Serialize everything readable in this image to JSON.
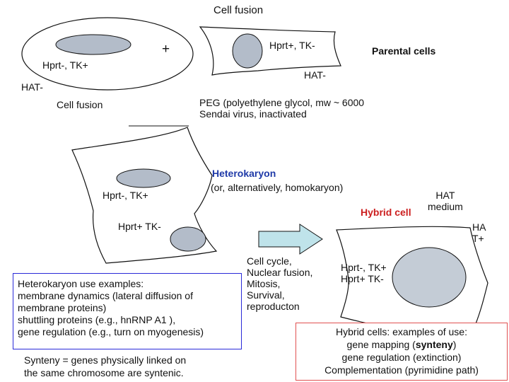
{
  "title": "Cell fusion",
  "plus_sign": "+",
  "parental_cells": "Parental cells",
  "cell_a": {
    "genotype": "Hprt-, TK+",
    "medium": "HAT-"
  },
  "cell_b": {
    "genotype": "Hprt+, TK-",
    "medium": "HAT-"
  },
  "fusion_step": {
    "label": "Cell fusion",
    "agents": [
      "PEG (polyethylene glycol, mw ~ 6000",
      "Sendai virus, inactivated"
    ]
  },
  "heterokaryon": {
    "title": "Heterokaryon",
    "alt": "(or, alternatively, homokaryon)",
    "nucleus_1": "Hprt-, TK+",
    "nucleus_2": "Hprt+ TK-"
  },
  "process_steps": [
    "Cell cycle,",
    "Nuclear fusion,",
    "Mitosis,",
    "Survival,",
    "reproducton"
  ],
  "hybrid": {
    "title": "Hybrid cell",
    "medium": [
      "HAT",
      "medium"
    ],
    "medium_right": [
      "HA",
      "T+"
    ],
    "genotype": [
      "Hprt-, TK+",
      "Hprt+ TK-"
    ]
  },
  "heterokaryon_uses": [
    "Heterokaryon use examples:",
    "membrane dynamics (lateral diffusion of",
    "membrane proteins)",
    "shuttling proteins (e.g., hnRNP A1 ),",
    "gene regulation (e.g., turn on myogenesis)"
  ],
  "synteny_note": [
    "Synteny = genes physically linked on",
    "the same chromosome are syntenic."
  ],
  "hybrid_uses": {
    "title": "Hybrid cells: examples of use:",
    "line1_prefix": "gene mapping (",
    "line1_bold": "synteny",
    "line1_suffix": ")",
    "line2": "gene regulation (extinction)",
    "line3": "Complementation (pyrimidine path)"
  },
  "colors": {
    "nucleus": "#b3bcc9",
    "hybrid_nucleus": "#c4ccd6",
    "accent_blue": "#1f3aa8",
    "hybrid_red": "#cc1f1f",
    "arrow_fill": "#bfe3ea",
    "box_blue": "#2a2ad8",
    "box_red": "#e05050"
  }
}
